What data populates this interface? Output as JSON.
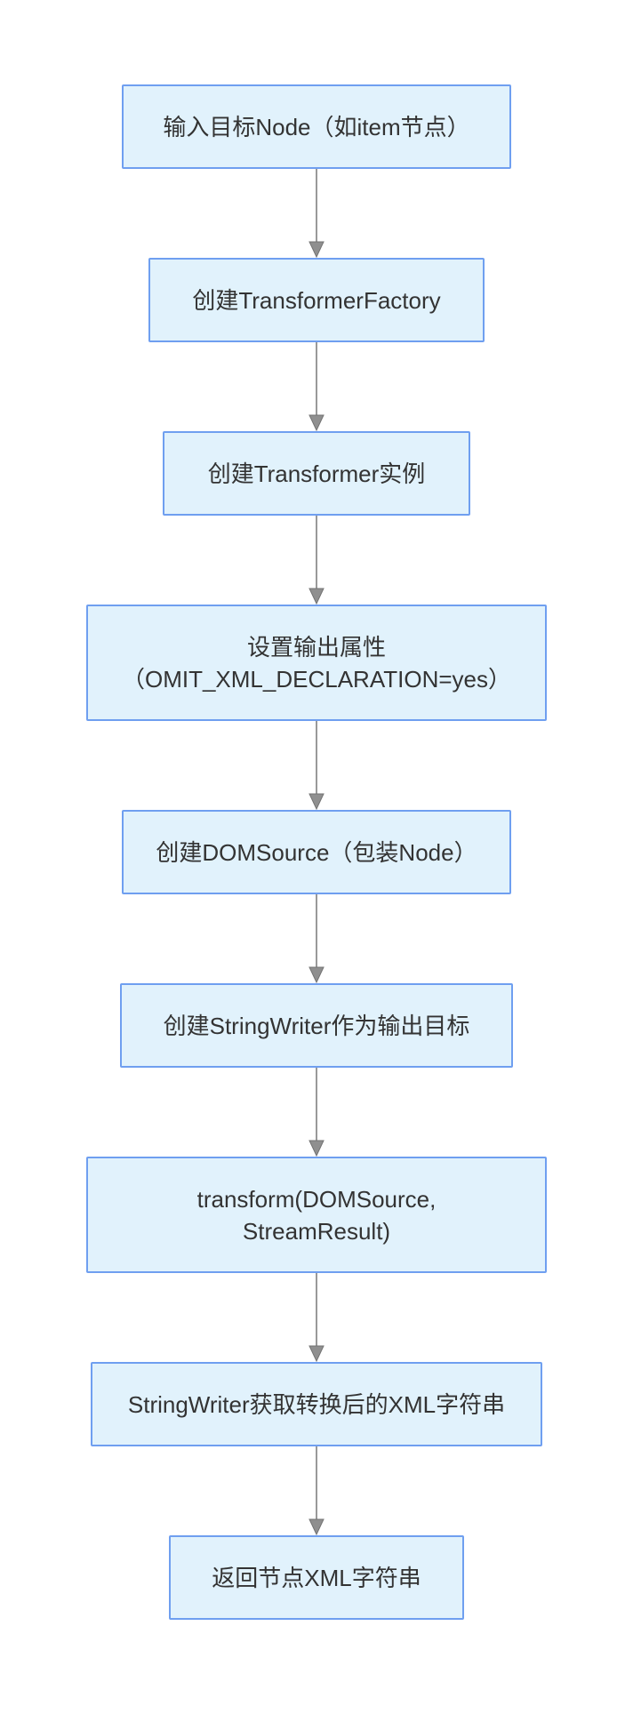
{
  "diagram": {
    "type": "flowchart",
    "direction": "top-down",
    "background": "#ffffff",
    "nodes": [
      {
        "lines": [
          "输入目标Node（如item节点）"
        ]
      },
      {
        "lines": [
          "创建TransformerFactory"
        ]
      },
      {
        "lines": [
          "创建Transformer实例"
        ]
      },
      {
        "lines": [
          "设置输出属性",
          "（OMIT_XML_DECLARATION=yes）"
        ]
      },
      {
        "lines": [
          "创建DOMSource（包装Node）"
        ]
      },
      {
        "lines": [
          "创建StringWriter作为输出目标"
        ]
      },
      {
        "lines": [
          "transform(DOMSource,",
          "StreamResult)"
        ]
      },
      {
        "lines": [
          "StringWriter获取转换后的XML字符串"
        ]
      },
      {
        "lines": [
          "返回节点XML字符串"
        ]
      }
    ],
    "edges": [
      [
        0,
        1
      ],
      [
        1,
        2
      ],
      [
        2,
        3
      ],
      [
        3,
        4
      ],
      [
        4,
        5
      ],
      [
        5,
        6
      ],
      [
        6,
        7
      ],
      [
        7,
        8
      ]
    ],
    "colors": {
      "node_fill": "#e1f2fc",
      "node_border": "#6f9ff0",
      "node_text": "#333333",
      "arrow_line": "#999999",
      "arrow_head": "#8f8f8f",
      "arrow_head_border": "#737373",
      "canvas_bg": "#ffffff"
    }
  }
}
